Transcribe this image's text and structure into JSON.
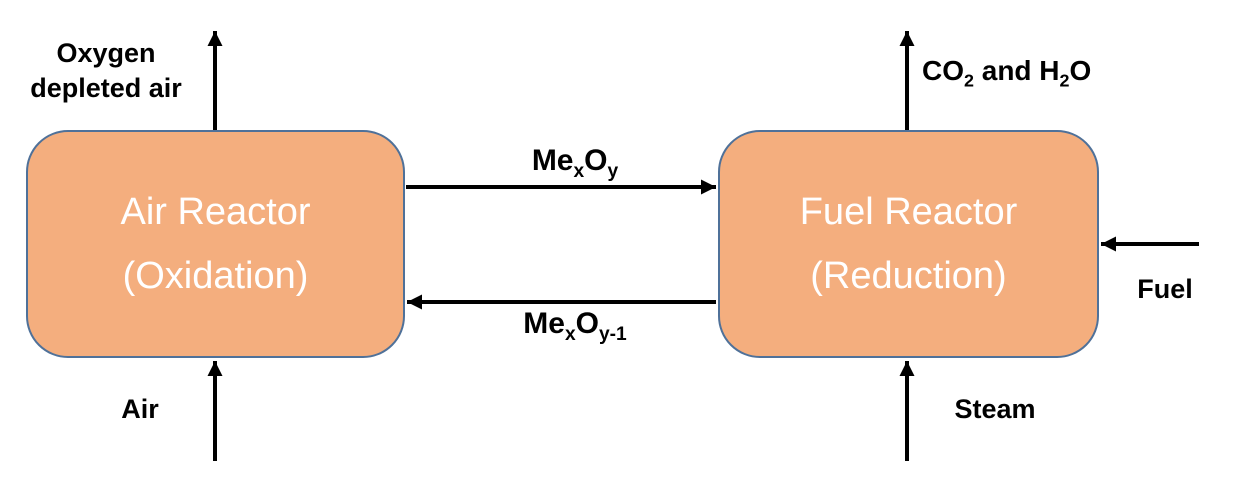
{
  "diagram": {
    "boxes": {
      "air_reactor": {
        "line1": "Air Reactor",
        "line2": "(Oxidation)"
      },
      "fuel_reactor": {
        "line1": "Fuel Reactor",
        "line2": "(Reduction)"
      }
    },
    "streams": {
      "oxygen_depleted_air": {
        "line1": "Oxygen",
        "line2": "depleted air"
      },
      "co2_h2o": {
        "base1": "CO",
        "sub1": "2",
        "mid": " and H",
        "sub2": "2",
        "end": "O"
      },
      "mexoy": {
        "base1": "Me",
        "sub1": "x",
        "base2": "O",
        "sub2": "y"
      },
      "mexoy_reduced": {
        "base1": "Me",
        "sub1": "x",
        "base2": "O",
        "sub2": "y-1"
      },
      "air": "Air",
      "steam": "Steam",
      "fuel": "Fuel"
    },
    "colors": {
      "box_fill": "#F4AE7E",
      "box_border": "#4F7199",
      "box_text": "#FFFFFF",
      "arrow": "#000000",
      "label_text": "#000000",
      "background": "#FFFFFF"
    }
  }
}
